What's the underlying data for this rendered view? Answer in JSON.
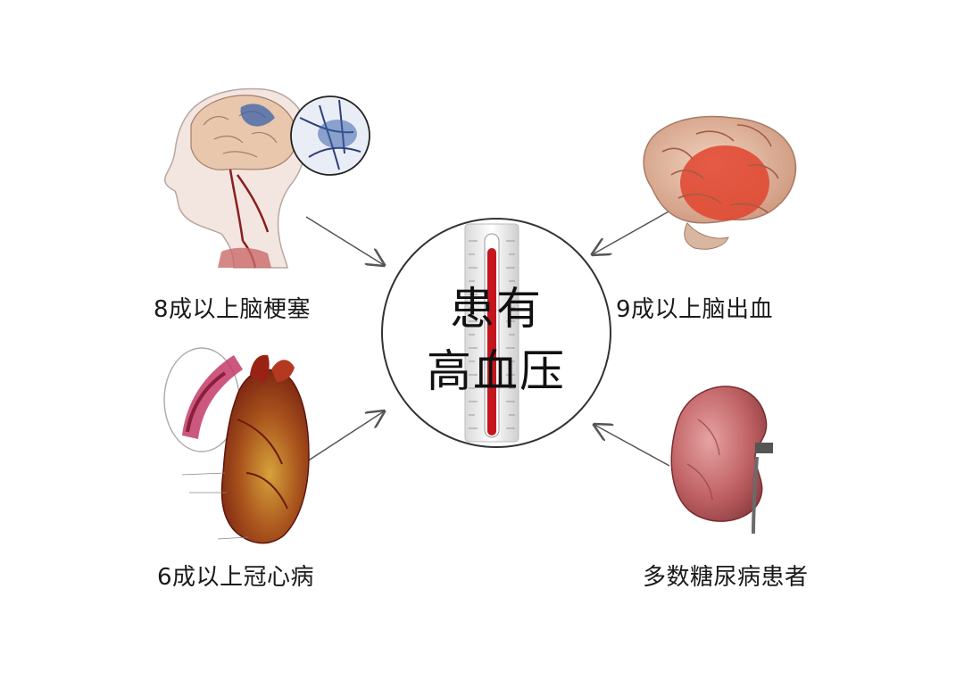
{
  "center": {
    "line1": "患有",
    "line2": "高血压"
  },
  "items": [
    {
      "id": "cerebral-infarction",
      "label": "8成以上脑梗塞",
      "icon": "head-brain-vessels-icon"
    },
    {
      "id": "cerebral-hemorrhage",
      "label": "9成以上脑出血",
      "icon": "brain-icon"
    },
    {
      "id": "coronary-heart-disease",
      "label": "6成以上冠心病",
      "icon": "heart-icon"
    },
    {
      "id": "diabetes",
      "label": "多数糖尿病患者",
      "icon": "kidney-icon"
    }
  ],
  "colors": {
    "blood": "#b01818",
    "brain": "#e7b9a0",
    "hemorrhage": "#e0402a",
    "kidney": "#b9565a",
    "heart": "#8a1f12"
  }
}
